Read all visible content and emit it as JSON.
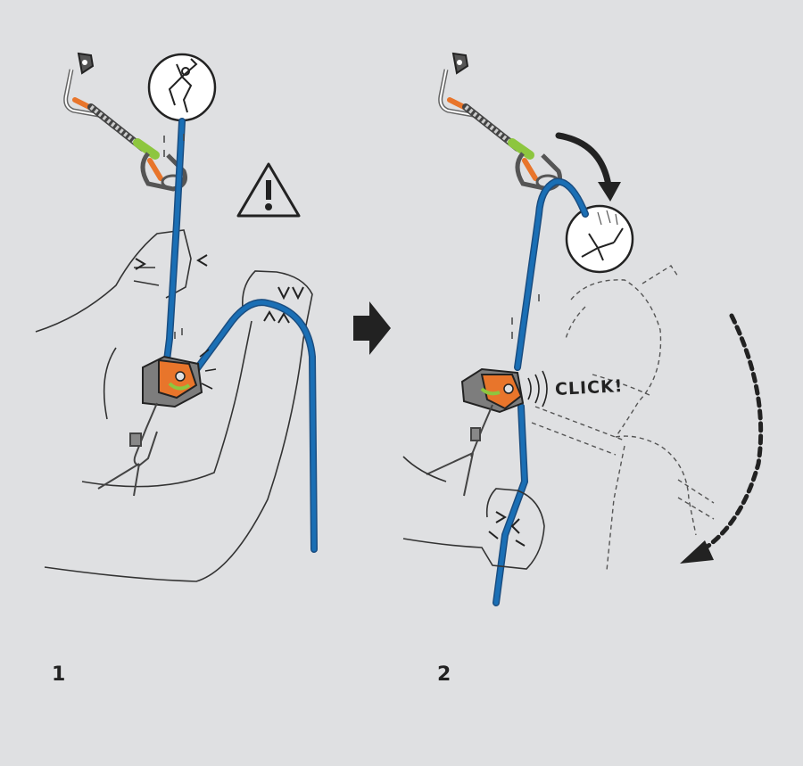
{
  "panels": [
    {
      "step": "1"
    },
    {
      "step": "2",
      "sound_label": "CLICK!"
    }
  ],
  "icons": [
    "warning-icon",
    "arrow-right-icon",
    "curved-arrow-icon",
    "dashed-arrow-icon"
  ],
  "colors": {
    "background": "#dfe0e2",
    "rope": "#1a6fb5",
    "device": "#e8752b",
    "keylock": "#8dc63f",
    "line": "#222222",
    "dashed": "#555555"
  }
}
